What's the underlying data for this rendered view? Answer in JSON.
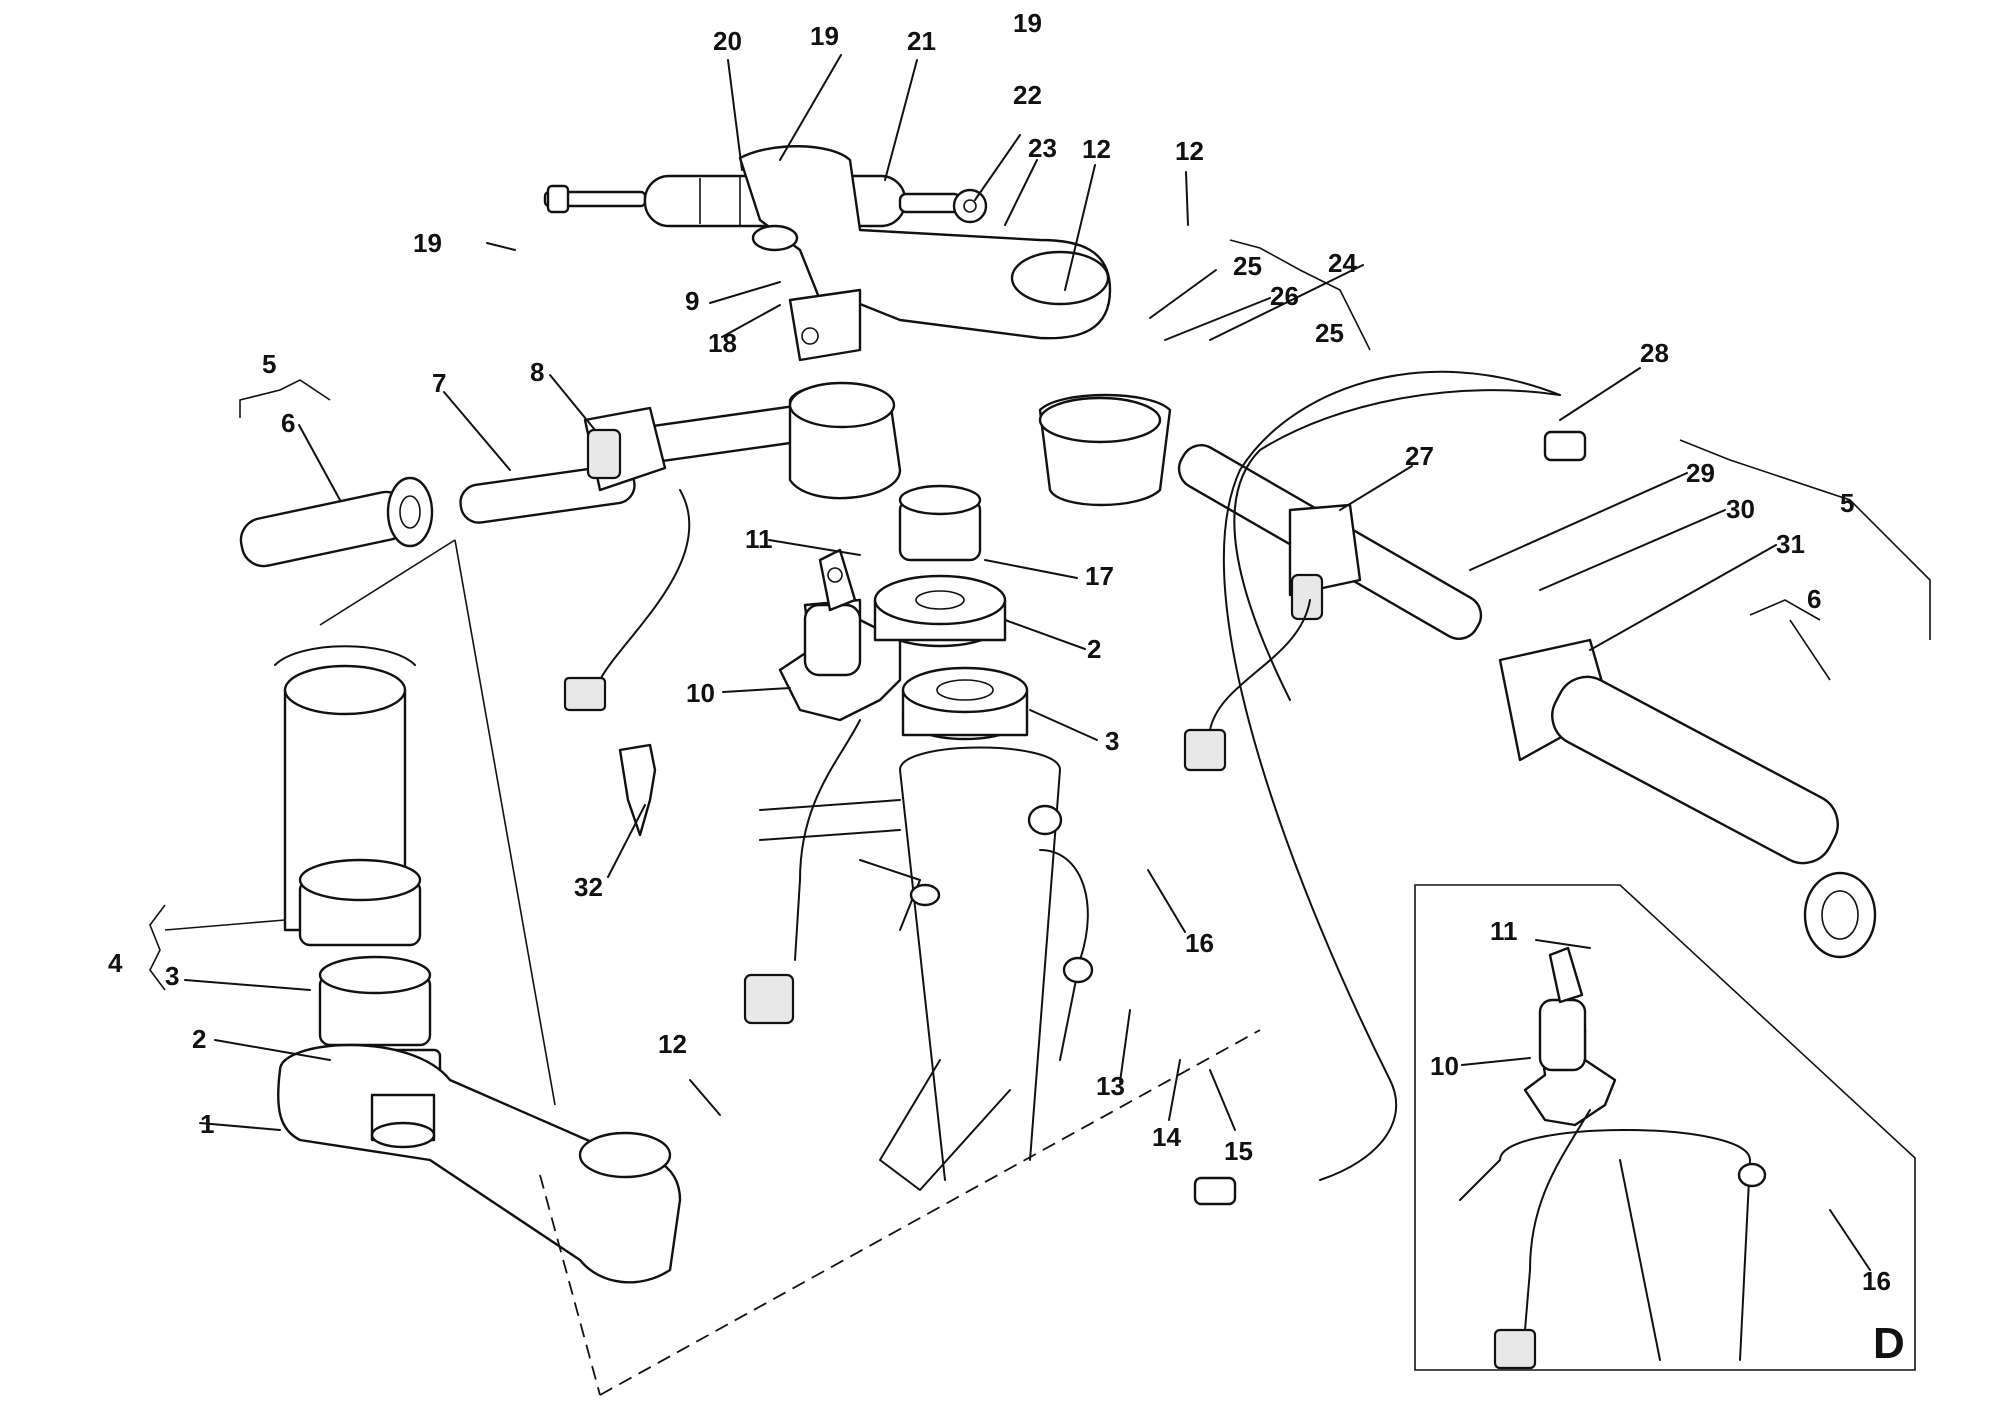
{
  "labels": {
    "l1": "1",
    "l2a": "2",
    "l2b": "2",
    "l3a": "3",
    "l3b": "3",
    "l4": "4",
    "l5a": "5",
    "l5b": "5",
    "l6a": "6",
    "l6b": "6",
    "l7": "7",
    "l8": "8",
    "l9": "9",
    "l10a": "10",
    "l10b": "10",
    "l11a": "11",
    "l11b": "11",
    "l12a": "12",
    "l12b": "12",
    "l12c": "12",
    "l13": "13",
    "l14": "14",
    "l15": "15",
    "l16a": "16",
    "l16b": "16",
    "l17": "17",
    "l18": "18",
    "l19a": "19",
    "l19b": "19",
    "l19c": "19",
    "l20": "20",
    "l21": "21",
    "l22": "22",
    "l23": "23",
    "l24": "24",
    "l25a": "25",
    "l25b": "25",
    "l26": "26",
    "l27": "27",
    "l28": "28",
    "l29": "29",
    "l30": "30",
    "l31": "31",
    "l32": "32"
  },
  "inset": {
    "letter": "D"
  }
}
